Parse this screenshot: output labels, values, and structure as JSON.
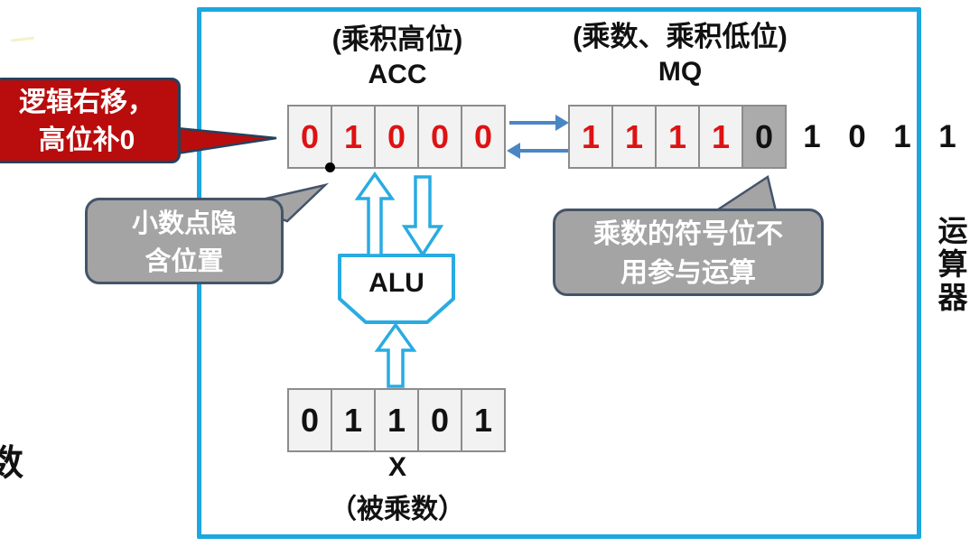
{
  "unit_label": "运算器",
  "clipped_left_text": "数",
  "acc": {
    "caption": "(乘积高位)",
    "label": "ACC",
    "bits": [
      "0",
      "1",
      "0",
      "0",
      "0"
    ]
  },
  "mq": {
    "caption": "(乘数、乘积低位)",
    "label": "MQ",
    "bits": [
      "1",
      "1",
      "1",
      "1",
      "0"
    ]
  },
  "shifted_bits": [
    "1",
    "0",
    "1",
    "1"
  ],
  "x_register": {
    "bits": [
      "0",
      "1",
      "1",
      "0",
      "1"
    ],
    "label": "X",
    "caption": "（被乘数）"
  },
  "alu": {
    "label": "ALU"
  },
  "callouts": {
    "shift": {
      "line1": "逻辑右移，",
      "line2": "高位补0"
    },
    "decimal_point": {
      "line1": "小数点隐",
      "line2": "含位置"
    },
    "sign_bit": {
      "line1": "乘数的符号位不",
      "line2": "用参与运算"
    }
  },
  "colors": {
    "frame_blue": "#1BA7E0",
    "block_arrow_blue": "#29ABE2",
    "link_arrow_blue": "#4A86C4",
    "digit_red": "#DE1212",
    "digit_black": "#111111",
    "callout_red_fill": "#B90C0C",
    "callout_border_dark": "#24425F",
    "callout_gray_fill": "#A4A4A4",
    "callout_gray_border": "#44546A",
    "cell_fill": "#F2F2F2",
    "cell_border": "#8C8C8C",
    "sign_cell_fill": "#ABABAB"
  }
}
